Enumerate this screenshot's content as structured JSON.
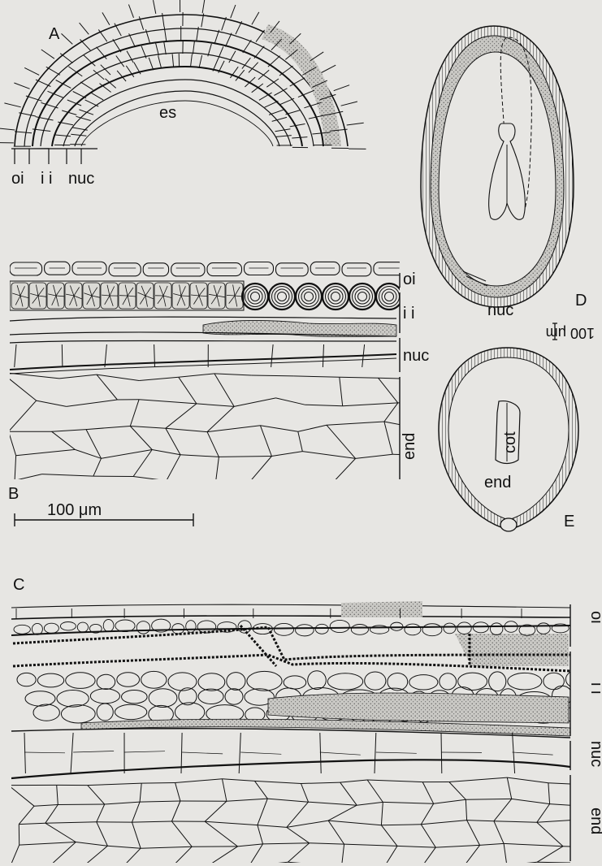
{
  "panels": {
    "a": {
      "letter": "A",
      "labels": {
        "es": "es",
        "oi": "oi",
        "ii": "i i",
        "nuc": "nuc"
      }
    },
    "b": {
      "letter": "B",
      "labels": {
        "oi": "oi",
        "ii": "i i",
        "nuc": "nuc",
        "end": "end"
      },
      "scale_bar": "100 μm"
    },
    "c": {
      "letter": "C",
      "labels": {
        "oi": "oi",
        "ii": "i i",
        "nuc": "nuc",
        "end": "end"
      }
    },
    "d": {
      "letter": "D",
      "labels": {
        "nuc": "nuc"
      },
      "scale_bar": "100 μm"
    },
    "e": {
      "letter": "E",
      "labels": {
        "cot": "cot",
        "end": "end"
      }
    }
  },
  "style": {
    "ink": "#111111",
    "paper": "#e7e6e3",
    "stipple": "#9a9a96"
  }
}
